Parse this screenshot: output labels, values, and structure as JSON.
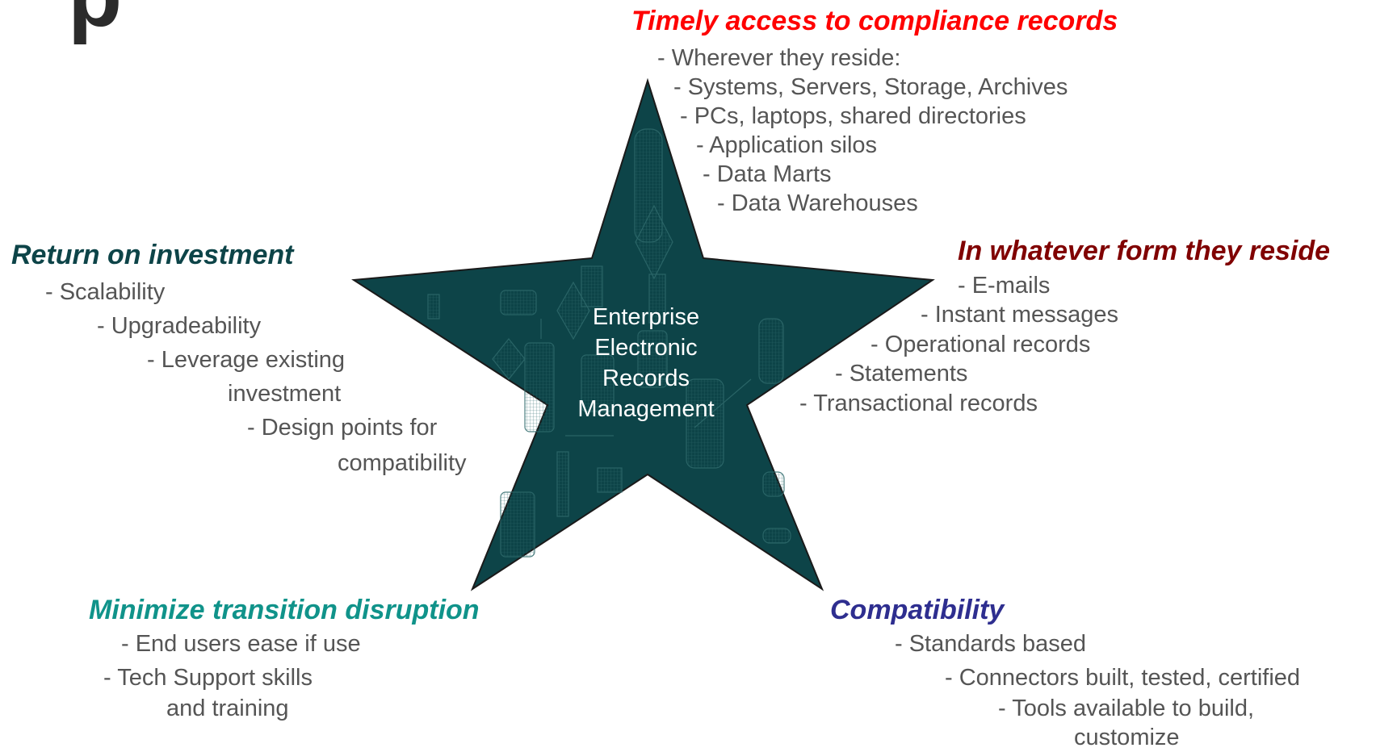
{
  "title_fragment": "p",
  "center_label": [
    "Enterprise",
    "Electronic",
    "Records",
    "Management"
  ],
  "colors": {
    "star_fill": "#0d4448",
    "timely": "#ff0000",
    "form": "#800000",
    "roi": "#0d4448",
    "minimize": "#10938a",
    "compat": "#2e2e8f",
    "body_text": "#555555"
  },
  "sections": {
    "timely": {
      "heading": "Timely access to compliance records",
      "lines": [
        "- Wherever they reside:",
        "- Systems, Servers, Storage, Archives",
        "- PCs, laptops, shared directories",
        "-  Application silos",
        "-  Data Marts",
        "-  Data Warehouses"
      ]
    },
    "form": {
      "heading": "In whatever form they reside",
      "lines": [
        "-  E-mails",
        "-  Instant messages",
        "- Operational records",
        "-  Statements",
        "-  Transactional records"
      ]
    },
    "roi": {
      "heading": "Return on investment",
      "lines": [
        "-  Scalability",
        "-  Upgradeability",
        "-  Leverage existing",
        "investment",
        "-     Design points for",
        "compatibility"
      ]
    },
    "minimize": {
      "heading": "Minimize transition disruption",
      "lines": [
        "-  End users ease if use",
        "-  Tech Support skills",
        "and training"
      ]
    },
    "compat": {
      "heading": "Compatibility",
      "lines": [
        "-     Standards based",
        "-    Connectors built, tested, certified",
        "-    Tools available to build,",
        "customize"
      ]
    }
  }
}
